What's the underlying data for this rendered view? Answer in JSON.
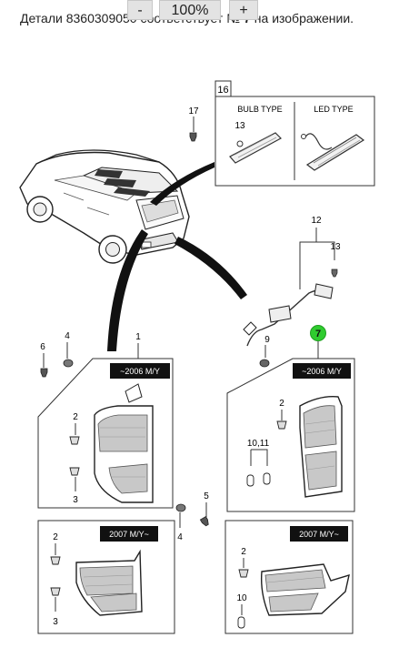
{
  "header": {
    "prefix": "Детали 8360309050 соответствует №",
    "number": "7",
    "suffix": "на изображении."
  },
  "zoom": {
    "minus_label": "-",
    "value_label": "100%",
    "plus_label": "+"
  },
  "diagram": {
    "box16": {
      "number": "16",
      "bulb_type": "BULB TYPE",
      "led_type": "LED TYPE",
      "bulb_callout": "13"
    },
    "callouts": {
      "c17": "17",
      "c12": "12",
      "c13": "13",
      "c1": "1",
      "c6": "6",
      "c4_top": "4",
      "c9": "9",
      "c7": "7",
      "c2_a": "2",
      "c3_a": "3",
      "c2_b": "2",
      "c10_11": "10,11",
      "c4_bottom": "4",
      "c5": "5",
      "c2_c": "2",
      "c3_c": "3",
      "c2_d": "2",
      "c10": "10"
    },
    "labels": {
      "left_top_year": "~2006 M/Y",
      "right_top_year": "~2006 M/Y",
      "left_bottom_year": "2007 M/Y~",
      "right_bottom_year": "2007 M/Y~"
    },
    "highlight_color": "#2fcc2f"
  }
}
